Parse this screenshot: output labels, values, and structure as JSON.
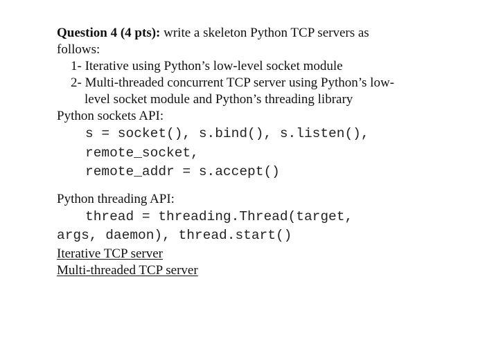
{
  "question": {
    "heading": "Question 4 (4 pts):",
    "prompt_line1": " write a skeleton Python TCP servers as",
    "prompt_line2": "follows:",
    "items": [
      "1- Iterative using Python’s low-level socket module",
      "2- Multi-threaded concurrent TCP server using Python’s low-",
      "level socket module and Python’s threading library"
    ]
  },
  "sockets_api": {
    "label": "Python sockets API:",
    "code_lines": [
      "s = socket(), s.bind(), s.listen(),",
      "remote_socket,",
      "remote_addr = s.accept()"
    ]
  },
  "threading_api": {
    "label": "Python threading API:",
    "code_lines": [
      "thread = threading.Thread(target,",
      "args, daemon), thread.start()"
    ]
  },
  "links": {
    "iterative": "Iterative TCP server",
    "multithreaded": "Multi-threaded TCP server"
  }
}
